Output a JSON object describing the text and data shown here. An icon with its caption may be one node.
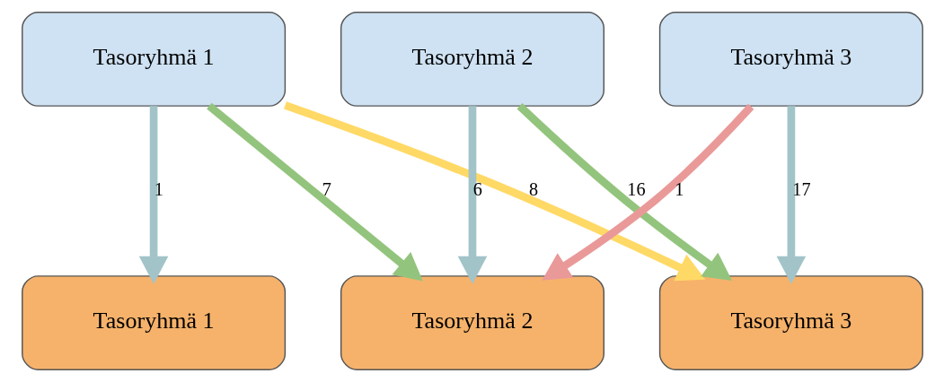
{
  "diagram": {
    "nodes": [
      {
        "text": [
          "Tasoryhmä 1"
        ]
      },
      {
        "text": [
          "Tasoryhmä 2"
        ]
      },
      {
        "text": [
          "Tasoryhmä 3"
        ]
      },
      {
        "text": [
          "Tasoryhmä 1"
        ]
      },
      {
        "text": [
          "Tasoryhmä 2"
        ]
      },
      {
        "text": [
          "Tasoryhmä 3"
        ]
      }
    ],
    "edges": [
      {
        "from": 0,
        "to": 3,
        "arrow": "to",
        "label": "1",
        "color": "#a2c4c9"
      },
      {
        "from": 0,
        "to": 4,
        "arrow": "to",
        "label": "7",
        "color": "#93c47d"
      },
      {
        "from": 0,
        "to": 5,
        "arrow": "to",
        "label": "8",
        "color": "#ffd966"
      },
      {
        "from": 1,
        "to": 4,
        "arrow": "to",
        "label": "6",
        "color": "#a2c4c9"
      },
      {
        "from": 1,
        "to": 5,
        "arrow": "to",
        "label": "16",
        "color": "#93c47d"
      },
      {
        "from": 2,
        "to": 4,
        "arrow": "to",
        "label": "1",
        "color": "#ea9999"
      },
      {
        "from": 2,
        "to": 5,
        "arrow": "to",
        "label": "17",
        "color": "#a2c4c9"
      }
    ]
  }
}
